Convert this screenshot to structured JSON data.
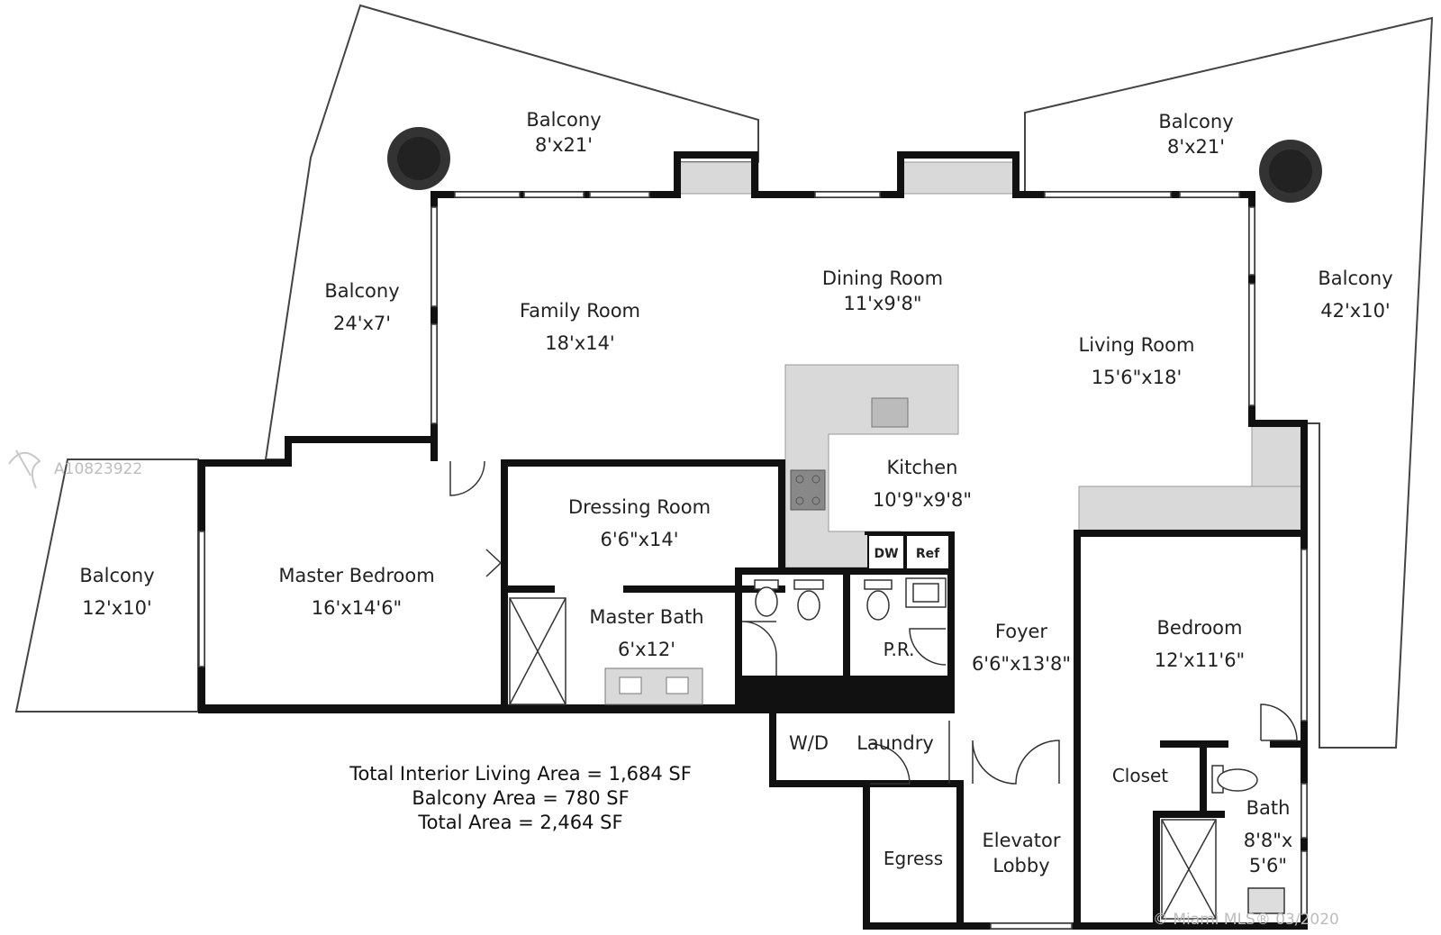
{
  "rooms": {
    "balcony_top_left": {
      "name": "Balcony",
      "size": "8'x21'"
    },
    "balcony_top_right": {
      "name": "Balcony",
      "size": "8'x21'"
    },
    "balcony_left": {
      "name": "Balcony",
      "size": "24'x7'"
    },
    "balcony_right": {
      "name": "Balcony",
      "size": "42'x10'"
    },
    "balcony_far_left": {
      "name": "Balcony",
      "size": "12'x10'"
    },
    "family_room": {
      "name": "Family Room",
      "size": "18'x14'"
    },
    "dining_room": {
      "name": "Dining Room",
      "size": "11'x9'8\""
    },
    "living_room": {
      "name": "Living Room",
      "size": "15'6\"x18'"
    },
    "kitchen": {
      "name": "Kitchen",
      "size": "10'9\"x9'8\""
    },
    "dressing_room": {
      "name": "Dressing Room",
      "size": "6'6\"x14'"
    },
    "master_bedroom": {
      "name": "Master Bedroom",
      "size": "16'x14'6\""
    },
    "master_bath": {
      "name": "Master Bath",
      "size": "6'x12'"
    },
    "powder_room": {
      "name": "P.R."
    },
    "foyer": {
      "name": "Foyer",
      "size": "6'6\"x13'8\""
    },
    "bedroom": {
      "name": "Bedroom",
      "size": "12'x11'6\""
    },
    "wd": {
      "name": "W/D"
    },
    "laundry": {
      "name": "Laundry"
    },
    "closet": {
      "name": "Closet"
    },
    "bath": {
      "name": "Bath",
      "size_line1": "8'8\"x",
      "size_line2": "5'6\""
    },
    "egress": {
      "name": "Egress"
    },
    "elevator_lobby": {
      "name_line1": "Elevator",
      "name_line2": "Lobby"
    }
  },
  "appliances": {
    "dishwasher": "DW",
    "refrigerator": "Ref"
  },
  "totals": {
    "interior": "Total Interior Living Area = 1,684 SF",
    "balcony": "Balcony Area = 780 SF",
    "total": "Total Area = 2,464 SF"
  },
  "watermark": {
    "listing_id": "A10823922",
    "copyright": "© Miami MLS® 03/2020"
  },
  "colors": {
    "wall": "#111111",
    "counter": "#d9d9d9",
    "balcony_line": "#444444"
  }
}
